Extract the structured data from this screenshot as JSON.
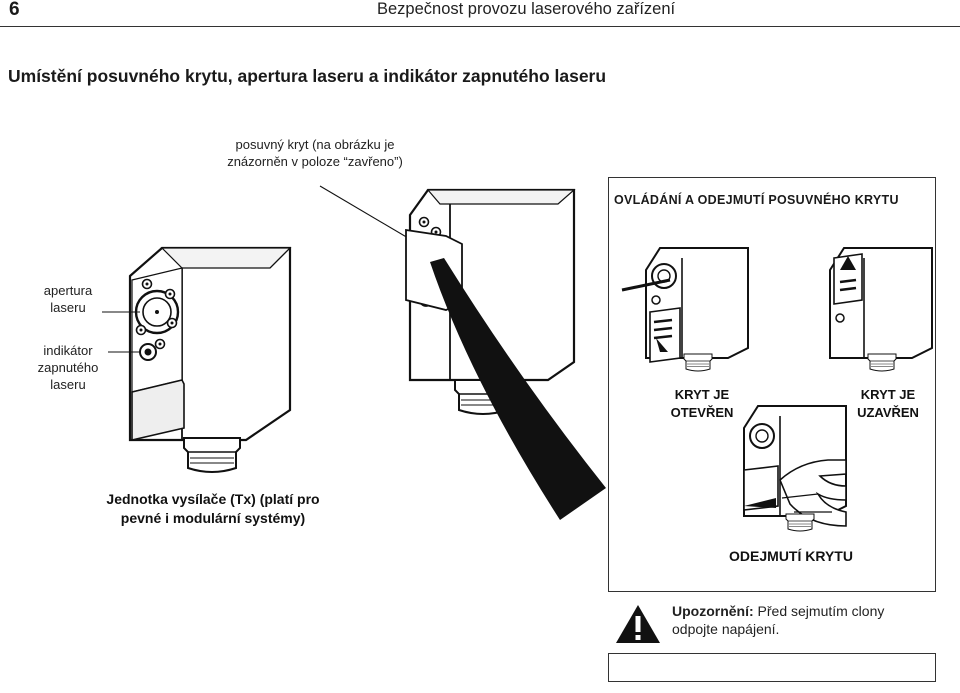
{
  "header": {
    "page_number": "6",
    "title": "Bezpečnost provozu laserového zařízení"
  },
  "section": {
    "title": "Umístění posuvného krytu, apertura laseru a indikátor zapnutého laseru"
  },
  "callouts": {
    "cover_line1": "posuvný kryt (na obrázku je",
    "cover_line2": "znázorněn v poloze “zavřeno”)",
    "aperture_line1": "apertura",
    "aperture_line2": "laseru",
    "indicator_line1": "indikátor",
    "indicator_line2": "zapnutého",
    "indicator_line3": "laseru",
    "tx_line1": "Jednotka vysílače (Tx) (platí pro",
    "tx_line2": "pevné i modulární systémy)"
  },
  "panel": {
    "title": "OVLÁDÁNÍ A ODEJMUTÍ POSUVNÉHO KRYTU",
    "open_line1": "KRYT JE",
    "open_line2": "OTEVŘEN",
    "closed_line1": "KRYT JE",
    "closed_line2": "UZAVŘEN",
    "removal": "ODEJMUTÍ KRYTU"
  },
  "warning": {
    "icon": "warning-triangle-icon",
    "heading": "Upozornění:",
    "text_part1": "Před sejmutím clony",
    "text_part2": "odpojte napájení."
  }
}
